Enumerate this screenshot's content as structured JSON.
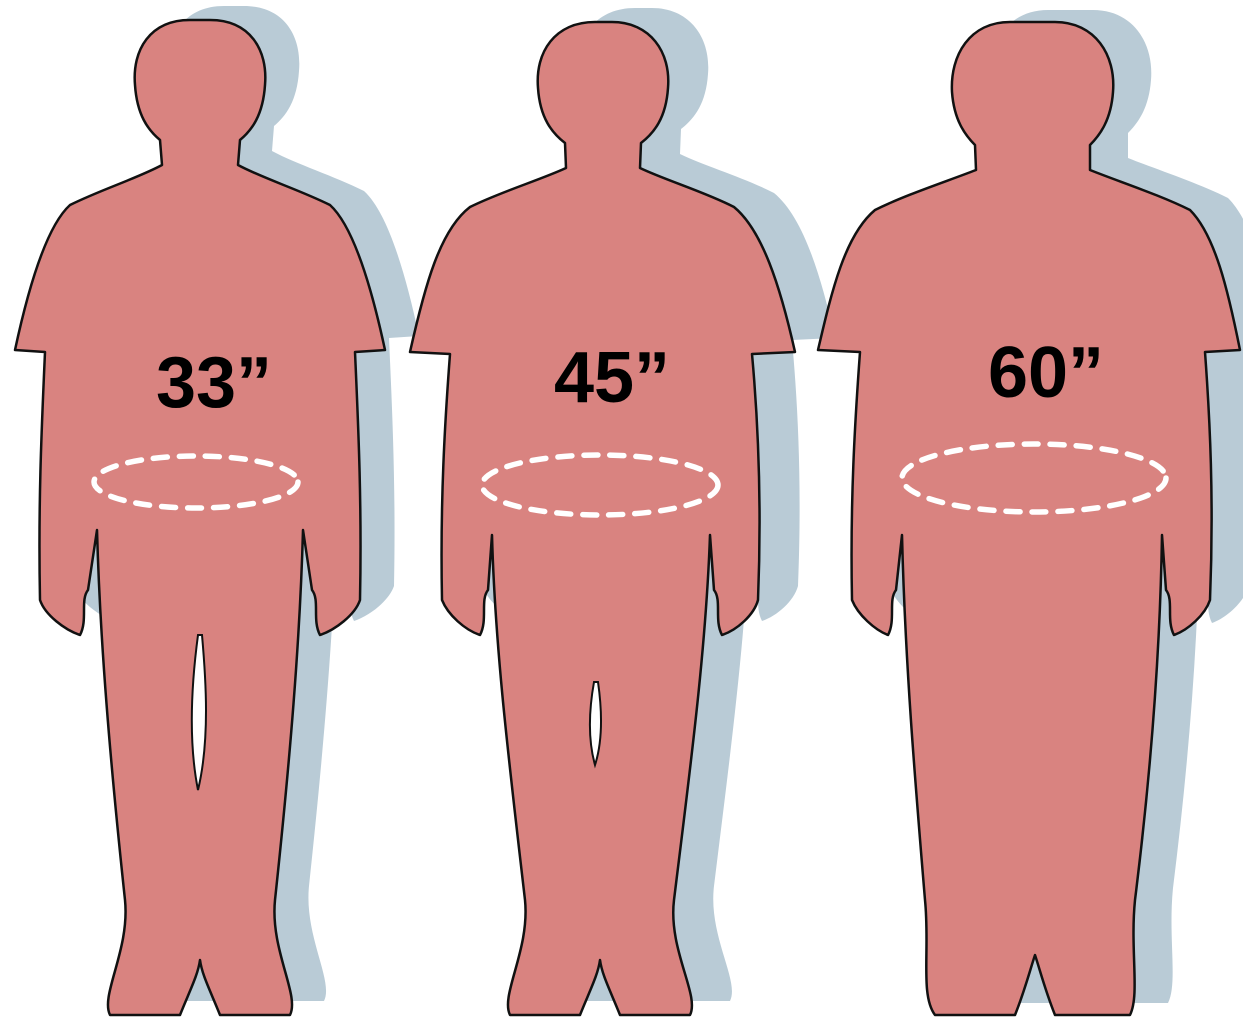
{
  "figures": [
    {
      "label": "33”",
      "waist_inches": 33
    },
    {
      "label": "45”",
      "waist_inches": 45
    },
    {
      "label": "60”",
      "waist_inches": 60
    }
  ],
  "colors": {
    "body": "#d98380",
    "shadow": "#b9cbd6",
    "outline": "#111111",
    "waist_ring": "#ffffff",
    "label": "#000000"
  },
  "icons": {
    "figure": "person-silhouette-icon",
    "waist": "dashed-ellipse-waist-marker"
  }
}
